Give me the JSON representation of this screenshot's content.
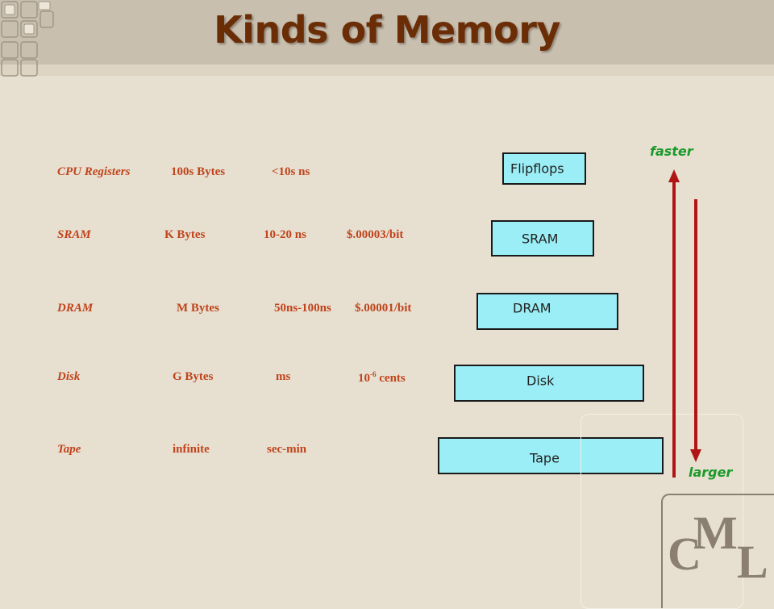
{
  "slide": {
    "title": "Kinds of Memory"
  },
  "memory_table": {
    "rows": [
      {
        "name": "CPU Registers",
        "size": "100s Bytes",
        "speed": "<10s ns",
        "cost": ""
      },
      {
        "name": "SRAM",
        "size": "K Bytes",
        "speed": "10-20 ns",
        "cost": "$.00003/bit"
      },
      {
        "name": "DRAM",
        "size": "M Bytes",
        "speed": "50ns-100ns",
        "cost": "$.00001/bit"
      },
      {
        "name": "Disk",
        "size": "G Bytes",
        "speed": "ms",
        "cost_base": "10",
        "cost_exp": "-6",
        "cost_unit": " cents"
      },
      {
        "name": "Tape",
        "size": "infinite",
        "speed": "sec-min",
        "cost": ""
      }
    ]
  },
  "hierarchy": {
    "boxes": [
      "Flipflops",
      "SRAM",
      "DRAM",
      "Disk",
      "Tape"
    ],
    "faster_label": "faster",
    "larger_label": "larger"
  },
  "logo": {
    "letters": [
      "C",
      "M",
      "L"
    ]
  },
  "colors": {
    "title": "#6b2d06",
    "table_text": "#c0441c",
    "box_fill": "#9beef5",
    "arrow": "#b01515",
    "axis_label": "#1a9a2a",
    "logo": "#8a7f70"
  }
}
